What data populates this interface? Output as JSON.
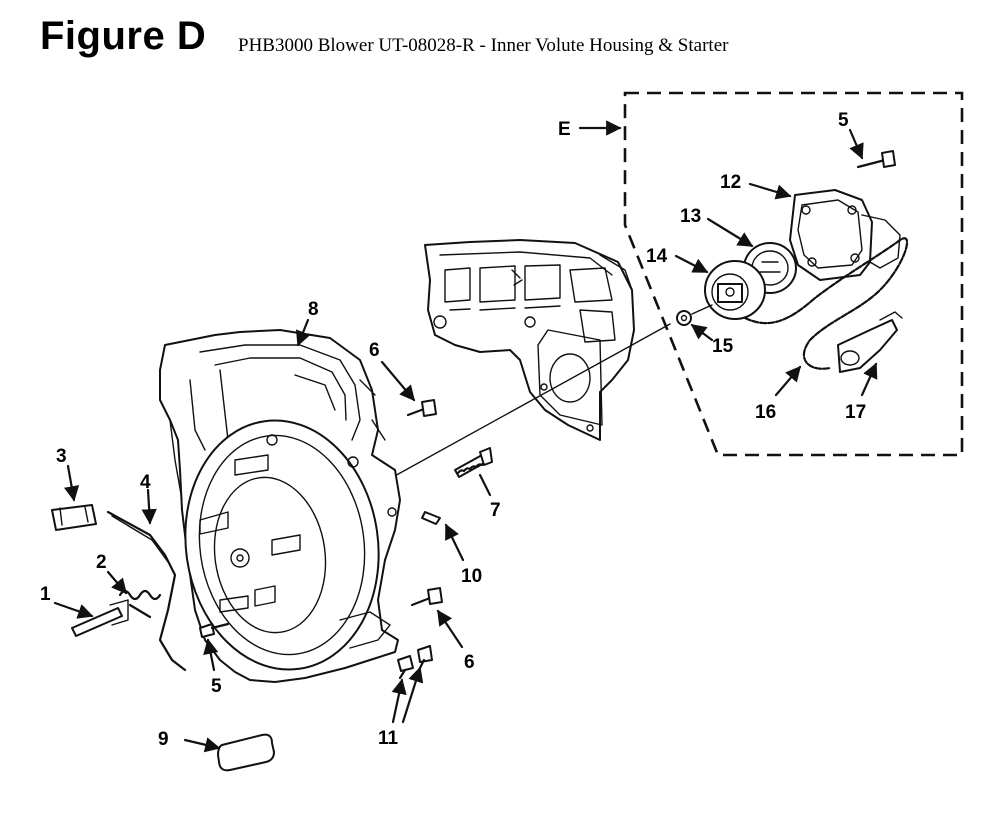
{
  "header": {
    "figure_label": "Figure D",
    "subtitle": "PHB3000 Blower UT-08028-R - Inner Volute Housing & Starter"
  },
  "inset": {
    "label": "E"
  },
  "callouts": {
    "c1": "1",
    "c2": "2",
    "c3": "3",
    "c4": "4",
    "c5a": "5",
    "c5b": "5",
    "c6a": "6",
    "c6b": "6",
    "c7": "7",
    "c8": "8",
    "c9": "9",
    "c10": "10",
    "c11": "11",
    "c12": "12",
    "c13": "13",
    "c14": "14",
    "c15": "15",
    "c16": "16",
    "c17": "17"
  },
  "colors": {
    "ink": "#111111",
    "background": "#ffffff"
  }
}
